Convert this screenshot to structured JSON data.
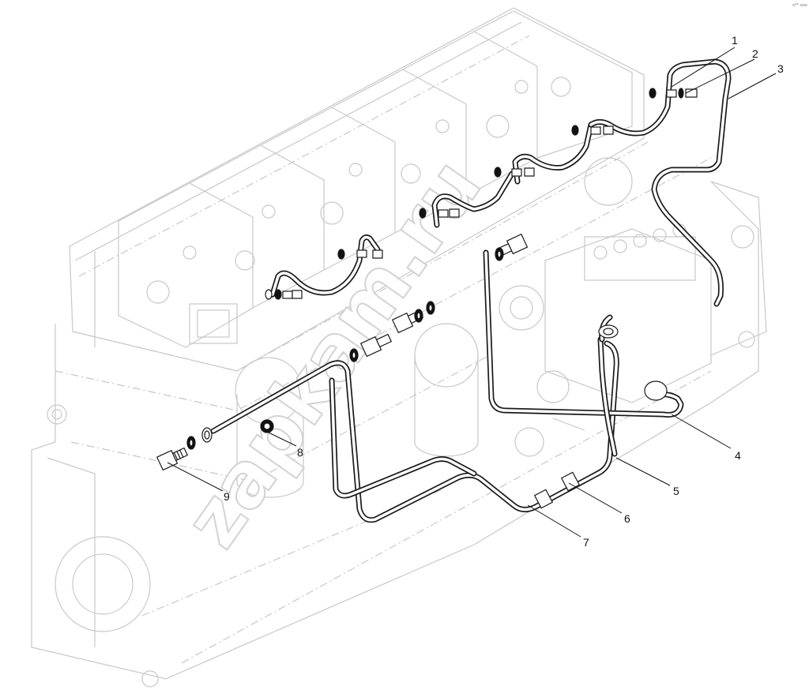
{
  "callouts": [
    {
      "label": "1"
    },
    {
      "label": "2"
    },
    {
      "label": "3"
    },
    {
      "label": "4"
    },
    {
      "label": "5"
    },
    {
      "label": "6"
    },
    {
      "label": "7"
    },
    {
      "label": "8"
    },
    {
      "label": "9"
    }
  ],
  "watermark": "zapkam.ru",
  "corner_mark": "o** ooo",
  "colors": {
    "line": "#1a1a1a",
    "engine": "#c8c8c8",
    "background": "#ffffff"
  }
}
